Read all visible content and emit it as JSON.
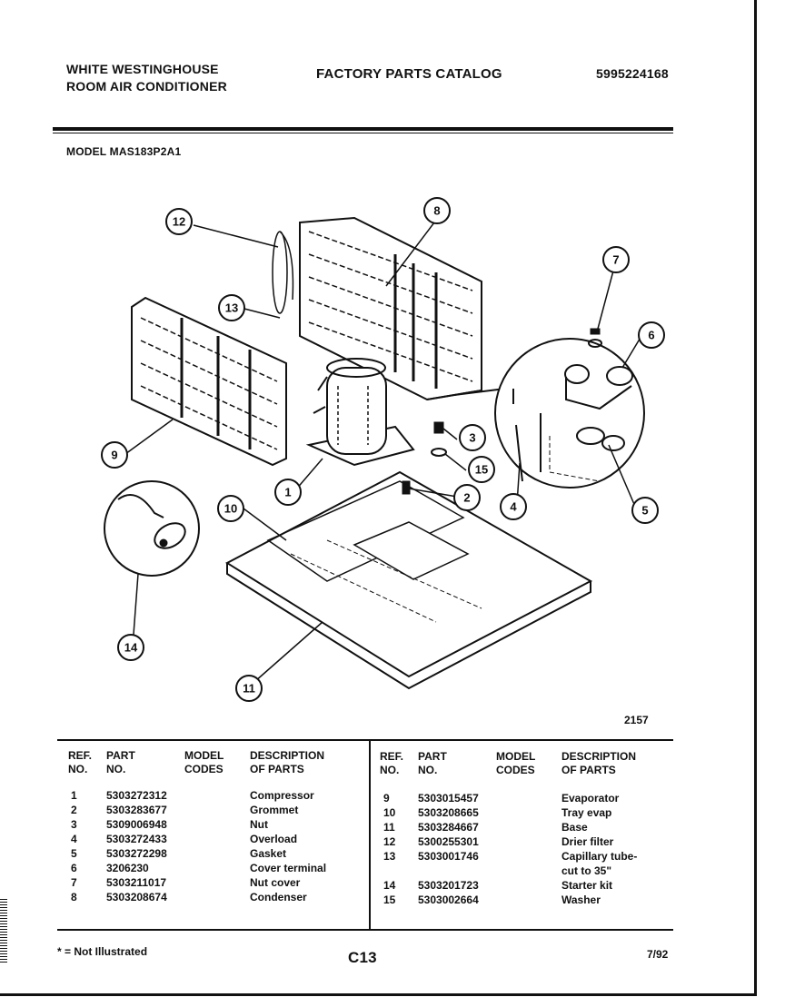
{
  "header": {
    "brand_line1": "WHITE WESTINGHOUSE",
    "brand_line2": "ROOM AIR CONDITIONER",
    "catalog_title": "FACTORY PARTS CATALOG",
    "catalog_number": "5995224168",
    "model_label": "MODEL MAS183P2A1"
  },
  "diagram": {
    "callouts": [
      "1",
      "2",
      "3",
      "4",
      "5",
      "6",
      "7",
      "8",
      "9",
      "10",
      "11",
      "12",
      "13",
      "14",
      "15"
    ],
    "drawing_number": "2157"
  },
  "table": {
    "headers": {
      "ref": "REF.\nNO.",
      "part": "PART\nNO.",
      "model": "MODEL\nCODES",
      "desc": "DESCRIPTION\nOF PARTS"
    },
    "left_rows": [
      {
        "ref": "1",
        "part": "5303272312",
        "desc": "Compressor"
      },
      {
        "ref": "2",
        "part": "5303283677",
        "desc": "Grommet"
      },
      {
        "ref": "3",
        "part": "5309006948",
        "desc": "Nut"
      },
      {
        "ref": "4",
        "part": "5303272433",
        "desc": "Overload"
      },
      {
        "ref": "5",
        "part": "5303272298",
        "desc": "Gasket"
      },
      {
        "ref": "6",
        "part": "3206230",
        "desc": "Cover terminal"
      },
      {
        "ref": "7",
        "part": "5303211017",
        "desc": "Nut cover"
      },
      {
        "ref": "8",
        "part": "5303208674",
        "desc": "Condenser"
      }
    ],
    "right_rows": [
      {
        "ref": "9",
        "part": "5303015457",
        "desc": "Evaporator"
      },
      {
        "ref": "10",
        "part": "5303208665",
        "desc": "Tray evap"
      },
      {
        "ref": "11",
        "part": "5303284667",
        "desc": "Base"
      },
      {
        "ref": "12",
        "part": "5300255301",
        "desc": "Drier filter"
      },
      {
        "ref": "13",
        "part": "5303001746",
        "desc": "Capillary tube-"
      },
      {
        "ref": "",
        "part": "",
        "desc": "cut to 35\""
      },
      {
        "ref": "14",
        "part": "5303201723",
        "desc": "Starter kit"
      },
      {
        "ref": "15",
        "part": "5303002664",
        "desc": "Washer"
      }
    ]
  },
  "footer": {
    "note": "* = Not Illustrated",
    "page": "C13",
    "date": "7/92"
  }
}
